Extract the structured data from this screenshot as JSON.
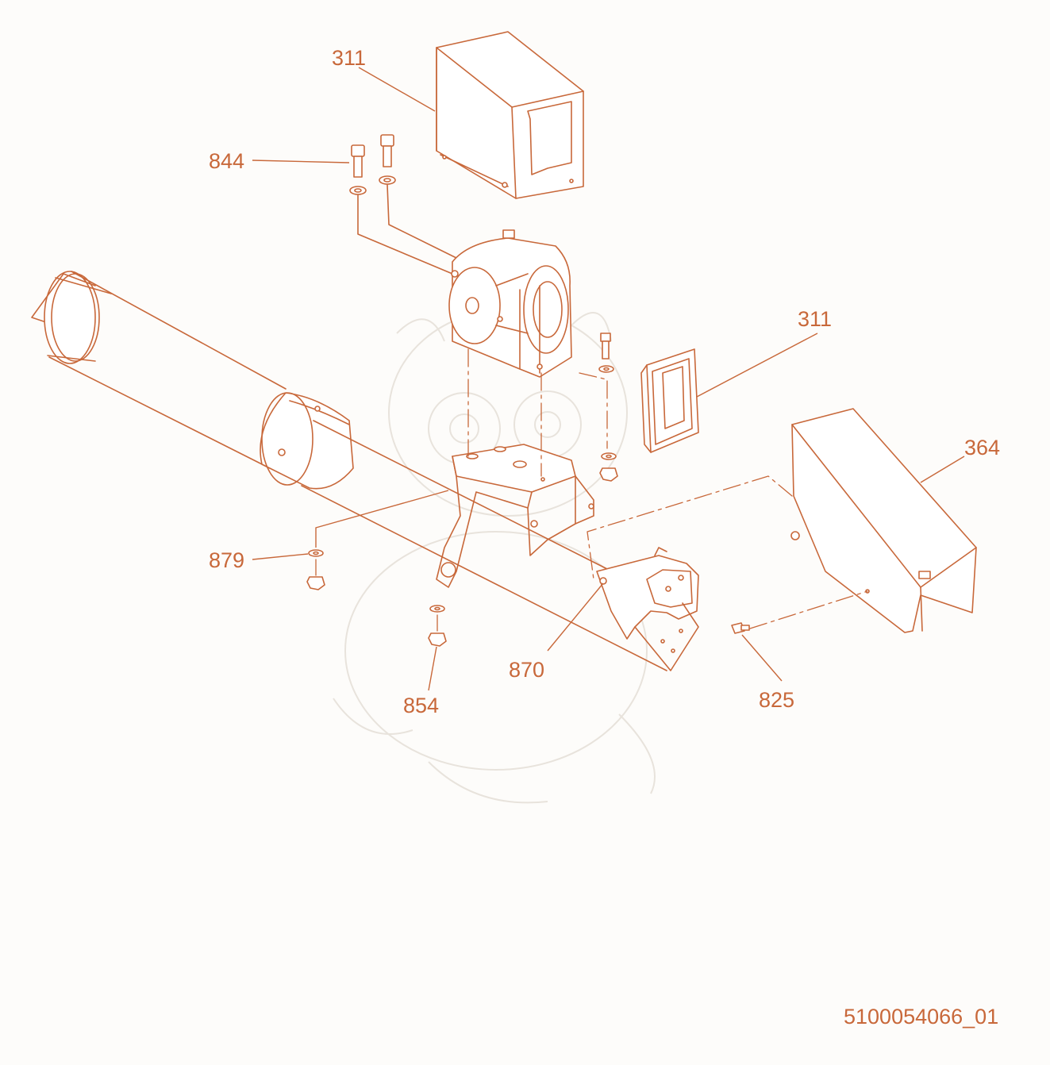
{
  "colors": {
    "ink": "#c8683a",
    "fill": "#ffffff",
    "background": "#fdfcfa",
    "watermark": "#e8e3dc"
  },
  "callouts": [
    {
      "id": "c-311-top",
      "label": "311"
    },
    {
      "id": "c-844",
      "label": "844"
    },
    {
      "id": "c-311-right",
      "label": "311"
    },
    {
      "id": "c-364",
      "label": "364"
    },
    {
      "id": "c-879",
      "label": "879"
    },
    {
      "id": "c-870",
      "label": "870"
    },
    {
      "id": "c-854",
      "label": "854"
    },
    {
      "id": "c-825",
      "label": "825"
    }
  ],
  "drawing_number": "5100054066_01"
}
